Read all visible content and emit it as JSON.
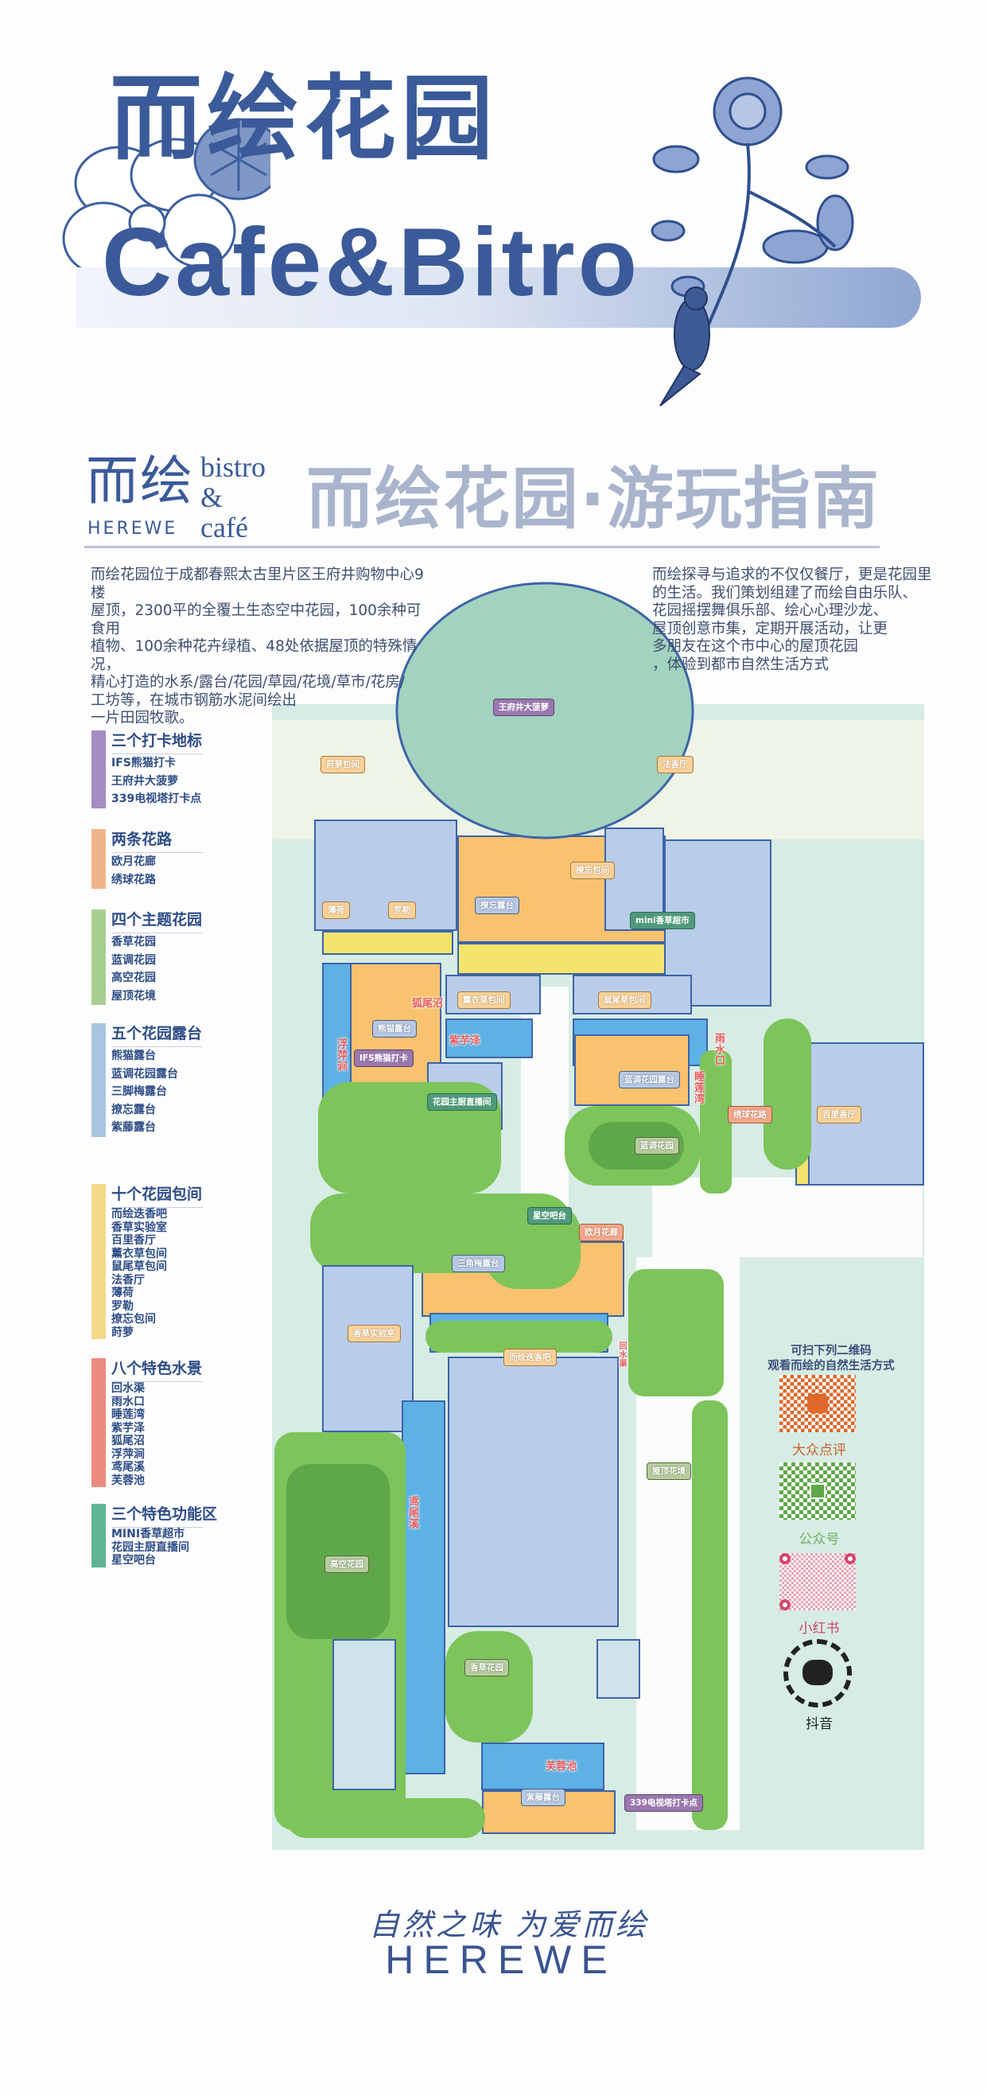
{
  "header": {
    "title_cn": "而绘花园",
    "title_en": "Cafe&Bitro"
  },
  "logo": {
    "cn": "而绘",
    "en": "HEREWE",
    "bistro": "bistro",
    "amp": "&",
    "cafe": "café"
  },
  "guide_title": "而绘花园·游玩指南",
  "intro_left": [
    "而绘花园位于成都春熙太古里片区王府井购物中心9楼",
    "屋顶，2300平的全覆土生态空中花园，100余种可食用",
    "植物、100余种花卉绿植、48处依据屋顶的特殊情况，",
    "精心打造的水系/露台/花园/草园/花境/草市/花房/",
    "工坊等，在城市钢筋水泥间绘出",
    "一片田园牧歌。"
  ],
  "intro_right": [
    "而绘探寻与追求的不仅仅餐厅，更是花园里",
    "的生活。我们策划组建了而绘自由乐队、",
    "花园摇摆舞俱乐部、绘心心理沙龙、",
    "屋顶创意市集，定期开展活动，让更",
    "多朋友在这个市中心的屋顶花园",
    "，体验到都市自然生活方式"
  ],
  "legend": [
    {
      "title": "三个打卡地标",
      "color": "#a58cc2",
      "items": [
        "IFS熊猫打卡",
        "王府井大菠萝",
        "339电视塔打卡点"
      ]
    },
    {
      "title": "两条花路",
      "color": "#f0b48a",
      "items": [
        "欧月花廊",
        "绣球花路"
      ]
    },
    {
      "title": "四个主题花园",
      "color": "#a9cf90",
      "items": [
        "香草花园",
        "蓝调花园",
        "高空花园",
        "屋顶花境"
      ]
    },
    {
      "title": "五个花园露台",
      "color": "#a8c4e0",
      "items": [
        "熊猫露台",
        "蓝调花园露台",
        "三脚梅露台",
        "撩忘露台",
        "紫藤露台"
      ]
    },
    {
      "title": "十个花园包间",
      "color": "#f5d88a",
      "items": [
        "而绘迭香吧",
        "香草实验室",
        "百里香厅",
        "薰衣草包间",
        "鼠尾草包间",
        "法香厅",
        "薄荷",
        "罗勒",
        "撩忘包间",
        "莳萝"
      ]
    },
    {
      "title": "八个特色水景",
      "color": "#ec8a80",
      "items": [
        "回水渠",
        "雨水口",
        "睡莲湾",
        "紫芋泽",
        "狐尾沼",
        "浮萍涧",
        "鸢尾溪",
        "芙蓉池"
      ]
    },
    {
      "title": "三个特色功能区",
      "color": "#5fb592",
      "items": [
        "MINI香草超市",
        "花园主厨直播间",
        "星空吧台"
      ]
    }
  ],
  "map": {
    "labels": [
      {
        "text": "王府井大菠萝",
        "type": "landmark"
      },
      {
        "text": "莳萝包间",
        "type": "room"
      },
      {
        "text": "法香厅",
        "type": "room"
      },
      {
        "text": "撩忘包间",
        "type": "room"
      },
      {
        "text": "薄荷",
        "type": "room"
      },
      {
        "text": "罗勒",
        "type": "room"
      },
      {
        "text": "撩忘露台",
        "type": "terrace"
      },
      {
        "text": "mini香草超市",
        "type": "function"
      },
      {
        "text": "薰衣草包间",
        "type": "room"
      },
      {
        "text": "鼠尾草包间",
        "type": "room"
      },
      {
        "text": "熊猫露台",
        "type": "terrace"
      },
      {
        "text": "IFS熊猫打卡",
        "type": "landmark"
      },
      {
        "text": "花园主厨直播间",
        "type": "function"
      },
      {
        "text": "蓝调花园露台",
        "type": "terrace"
      },
      {
        "text": "蓝调花园",
        "type": "garden"
      },
      {
        "text": "绣球花路",
        "type": "path"
      },
      {
        "text": "百里香厅",
        "type": "room"
      },
      {
        "text": "星空吧台",
        "type": "function"
      },
      {
        "text": "欧月花廊",
        "type": "path"
      },
      {
        "text": "三角梅露台",
        "type": "terrace"
      },
      {
        "text": "香草实验室",
        "type": "room"
      },
      {
        "text": "而绘迭香吧",
        "type": "room"
      },
      {
        "text": "屋顶花境",
        "type": "garden"
      },
      {
        "text": "高空花园",
        "type": "garden"
      },
      {
        "text": "香草花园",
        "type": "garden"
      },
      {
        "text": "紫藤露台",
        "type": "terrace"
      },
      {
        "text": "339电视塔打卡点",
        "type": "landmark"
      }
    ],
    "water": [
      "狐尾沼",
      "紫芋泽",
      "浮萍涧",
      "雨水口",
      "睡莲湾",
      "回水渠",
      "鸢尾溪",
      "芙蓉池"
    ]
  },
  "qr": {
    "heading": [
      "可扫下列二维码",
      "观看而绘的自然生活方式"
    ],
    "codes": [
      {
        "label": "大众点评",
        "color": "#d9692a"
      },
      {
        "label": "公众号",
        "color": "#5ea848"
      },
      {
        "label": "小红书",
        "color": "#d2476a"
      },
      {
        "label": "抖音",
        "color": "#222222"
      }
    ]
  },
  "footer": {
    "slogan": "自然之味 为爱而绘",
    "brand": "HEREWE"
  }
}
